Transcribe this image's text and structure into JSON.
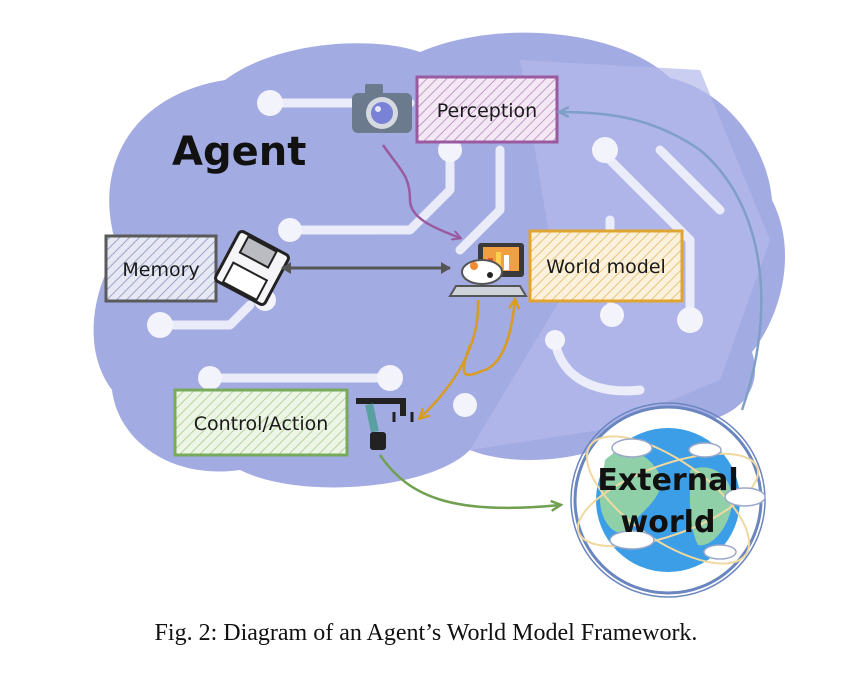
{
  "agent_title": "Agent",
  "nodes": {
    "perception": "Perception",
    "memory": "Memory",
    "world_model": "World model",
    "control_action": "Control/Action",
    "external_world_line1": "External",
    "external_world_line2": "world"
  },
  "caption": "Fig. 2: Diagram of an Agent’s World Model Framework.",
  "colors": {
    "brain_fill": "#a3abe3",
    "circuit": "#f2f3fb",
    "perception": "#9a5aa0",
    "memory": "#5a5a5a",
    "world_model": "#e0a530",
    "control_action": "#78aa5c",
    "arrow_perception": "#9a5aa0",
    "arrow_memory": "#666666",
    "arrow_world_model": "#d89c20",
    "arrow_action": "#70a050",
    "arrow_world_feedback": "#7f9fc8",
    "globe_ocean": "#3b9ee6",
    "globe_land": "#90d0a8"
  },
  "icons": [
    "camera-icon",
    "floppy-disk-icon",
    "computer-icon",
    "robot-arm-icon",
    "globe-icon"
  ]
}
